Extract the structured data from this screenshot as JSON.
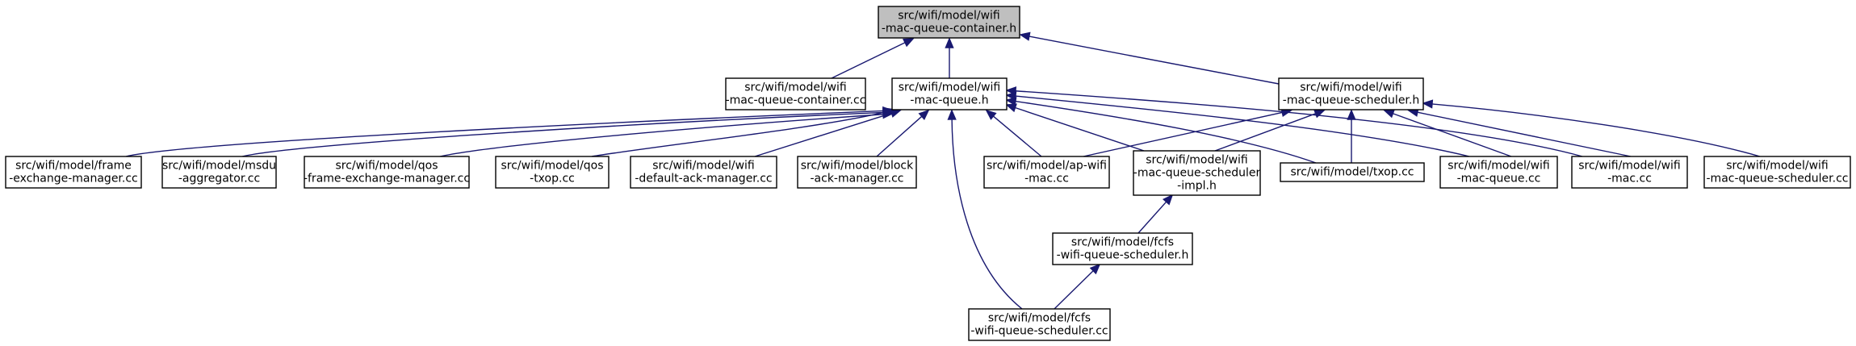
{
  "graph": {
    "type": "include-dependency-graph",
    "colors": {
      "edge": "#191970",
      "focus_node_fill": "#bfbfbf",
      "node_fill": "#ffffff",
      "node_border": "#000000"
    },
    "nodes": [
      {
        "id": "container_h",
        "lines": [
          "src/wifi/model/wifi",
          "-mac-queue-container.h"
        ],
        "focus": true
      },
      {
        "id": "container_cc",
        "lines": [
          "src/wifi/model/wifi",
          "-mac-queue-container.cc"
        ]
      },
      {
        "id": "queue_h",
        "lines": [
          "src/wifi/model/wifi",
          "-mac-queue.h"
        ]
      },
      {
        "id": "scheduler_h",
        "lines": [
          "src/wifi/model/wifi",
          "-mac-queue-scheduler.h"
        ]
      },
      {
        "id": "frame_cc",
        "lines": [
          "src/wifi/model/frame",
          "-exchange-manager.cc"
        ]
      },
      {
        "id": "msdu_cc",
        "lines": [
          "src/wifi/model/msdu",
          "-aggregator.cc"
        ]
      },
      {
        "id": "qosfem_cc",
        "lines": [
          "src/wifi/model/qos",
          "-frame-exchange-manager.cc"
        ]
      },
      {
        "id": "qostxop_cc",
        "lines": [
          "src/wifi/model/qos",
          "-txop.cc"
        ]
      },
      {
        "id": "ack_cc",
        "lines": [
          "src/wifi/model/wifi",
          "-default-ack-manager.cc"
        ]
      },
      {
        "id": "block_cc",
        "lines": [
          "src/wifi/model/block",
          "-ack-manager.cc"
        ]
      },
      {
        "id": "apwifi_cc",
        "lines": [
          "src/wifi/model/ap-wifi",
          "-mac.cc"
        ]
      },
      {
        "id": "schedimpl_h",
        "lines": [
          "src/wifi/model/wifi",
          "-mac-queue-scheduler",
          "-impl.h"
        ]
      },
      {
        "id": "txop_cc",
        "lines": [
          "src/wifi/model/txop.cc"
        ]
      },
      {
        "id": "queue_cc",
        "lines": [
          "src/wifi/model/wifi",
          "-mac-queue.cc"
        ]
      },
      {
        "id": "mac_cc",
        "lines": [
          "src/wifi/model/wifi",
          "-mac.cc"
        ]
      },
      {
        "id": "sched_cc",
        "lines": [
          "src/wifi/model/wifi",
          "-mac-queue-scheduler.cc"
        ]
      },
      {
        "id": "fcfs_h",
        "lines": [
          "src/wifi/model/fcfs",
          "-wifi-queue-scheduler.h"
        ]
      },
      {
        "id": "fcfs_cc",
        "lines": [
          "src/wifi/model/fcfs",
          "-wifi-queue-scheduler.cc"
        ]
      }
    ],
    "edges": [
      {
        "from": "container_cc",
        "to": "container_h"
      },
      {
        "from": "queue_h",
        "to": "container_h"
      },
      {
        "from": "scheduler_h",
        "to": "container_h"
      },
      {
        "from": "frame_cc",
        "to": "queue_h"
      },
      {
        "from": "msdu_cc",
        "to": "queue_h"
      },
      {
        "from": "qosfem_cc",
        "to": "queue_h"
      },
      {
        "from": "qostxop_cc",
        "to": "queue_h"
      },
      {
        "from": "ack_cc",
        "to": "queue_h"
      },
      {
        "from": "block_cc",
        "to": "queue_h"
      },
      {
        "from": "apwifi_cc",
        "to": "queue_h"
      },
      {
        "from": "schedimpl_h",
        "to": "queue_h"
      },
      {
        "from": "txop_cc",
        "to": "queue_h"
      },
      {
        "from": "queue_cc",
        "to": "queue_h"
      },
      {
        "from": "mac_cc",
        "to": "queue_h"
      },
      {
        "from": "fcfs_cc",
        "to": "queue_h"
      },
      {
        "from": "apwifi_cc",
        "to": "scheduler_h"
      },
      {
        "from": "schedimpl_h",
        "to": "scheduler_h"
      },
      {
        "from": "txop_cc",
        "to": "scheduler_h"
      },
      {
        "from": "queue_cc",
        "to": "scheduler_h"
      },
      {
        "from": "mac_cc",
        "to": "scheduler_h"
      },
      {
        "from": "sched_cc",
        "to": "scheduler_h"
      },
      {
        "from": "fcfs_h",
        "to": "schedimpl_h"
      },
      {
        "from": "fcfs_cc",
        "to": "fcfs_h"
      }
    ]
  }
}
